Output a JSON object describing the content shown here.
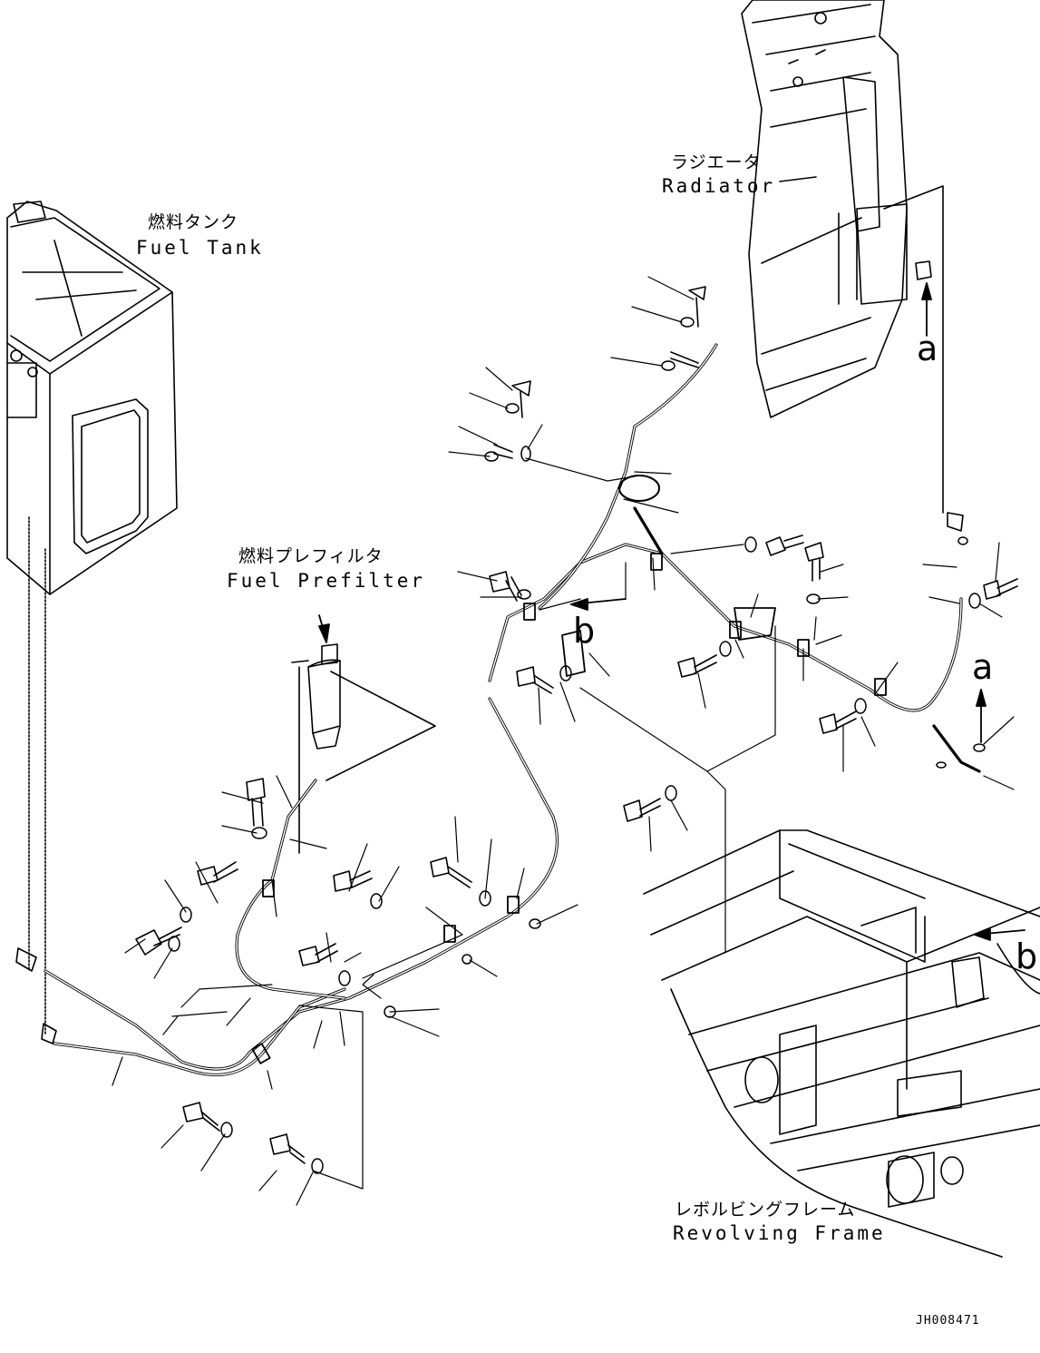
{
  "labels": {
    "fuel_tank": {
      "ja": "燃料タンク",
      "en": "Fuel Tank"
    },
    "radiator": {
      "ja": "ラジエータ",
      "en": "Radiator"
    },
    "fuel_prefilter": {
      "ja": "燃料プレフィルタ",
      "en": "Fuel Prefilter"
    },
    "revolving_frame": {
      "ja": "レボルビングフレーム",
      "en": "Revolving Frame"
    }
  },
  "refs": {
    "a_top": "a",
    "a_bottom": "a",
    "b_left": "b",
    "b_right": "b"
  },
  "drawing_code": "JH008471"
}
